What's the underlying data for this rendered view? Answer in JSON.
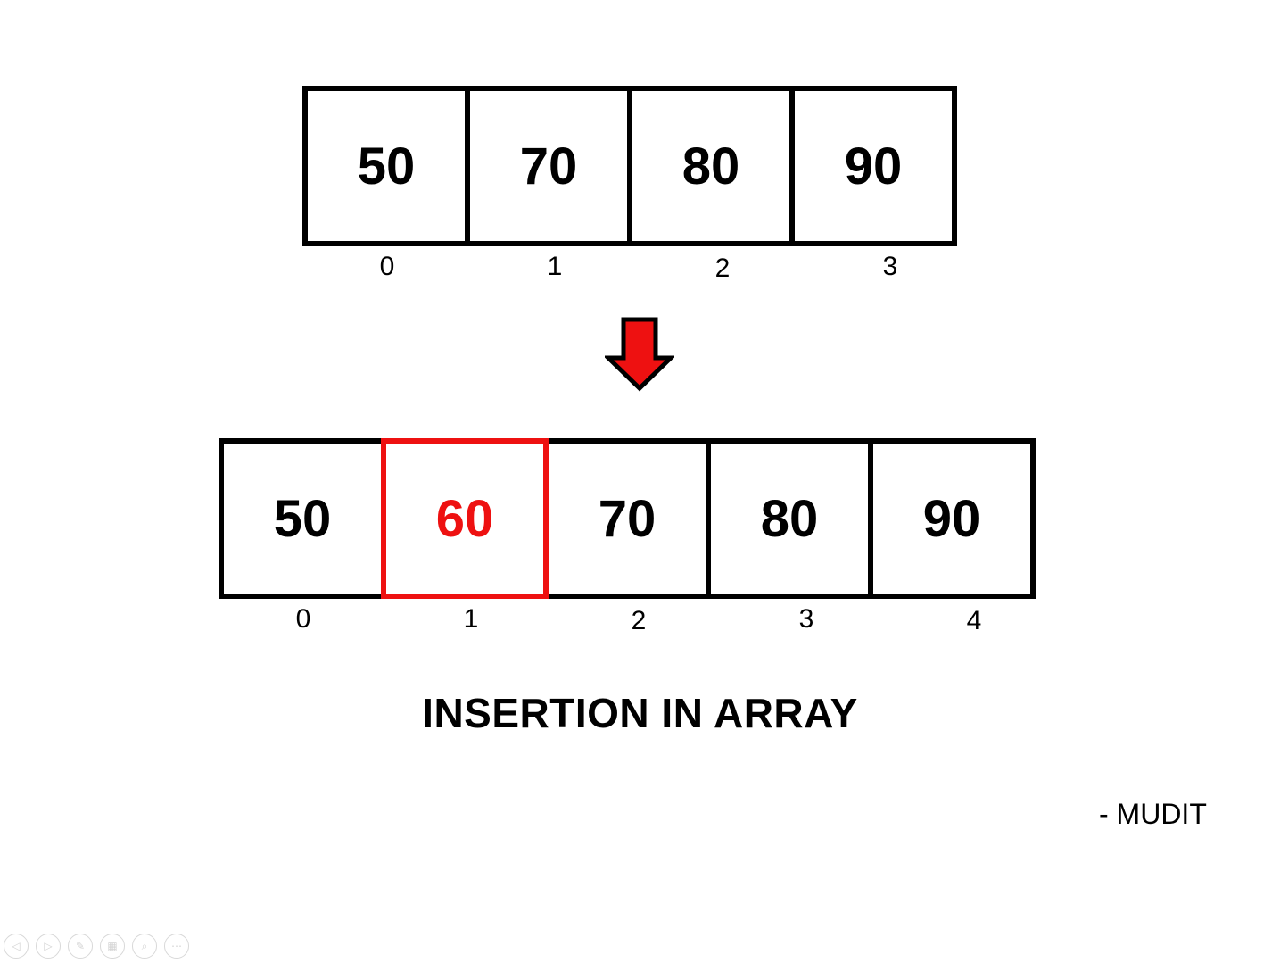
{
  "before": {
    "values": [
      "50",
      "70",
      "80",
      "90"
    ],
    "indices": [
      "0",
      "1",
      "2",
      "3"
    ]
  },
  "after": {
    "values": [
      "50",
      "60",
      "70",
      "80",
      "90"
    ],
    "indices": [
      "0",
      "1",
      "2",
      "3",
      "4"
    ],
    "inserted_index": 1
  },
  "title": "INSERTION IN ARRAY",
  "author": "- MUDIT",
  "colors": {
    "highlight": "#ee1111",
    "border": "#000000",
    "arrow_fill": "#ee1111"
  },
  "controls": [
    {
      "icon": "previous-icon",
      "glyph": "◁"
    },
    {
      "icon": "next-icon",
      "glyph": "▷"
    },
    {
      "icon": "pen-icon",
      "glyph": "✎"
    },
    {
      "icon": "slides-icon",
      "glyph": "▦"
    },
    {
      "icon": "zoom-icon",
      "glyph": "⌕"
    },
    {
      "icon": "more-icon",
      "glyph": "⋯"
    }
  ]
}
